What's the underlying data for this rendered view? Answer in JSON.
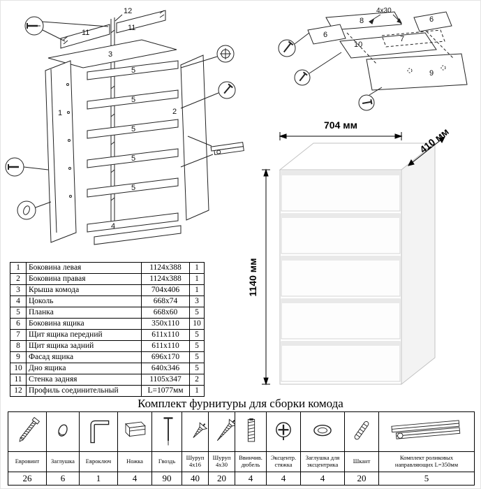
{
  "page": {
    "hardware_title": "Комплект фурнитуры для сборки комода"
  },
  "dimensions": {
    "width": "704 мм",
    "depth": "410 мм",
    "height": "1140 мм"
  },
  "left_diagram": {
    "labels": {
      "l1": "1",
      "l2": "2",
      "l3": "3",
      "l4": "4",
      "l11a": "11",
      "l11b": "11",
      "l12": "12",
      "l5a": "5",
      "l5b": "5",
      "l5c": "5",
      "l5d": "5",
      "l5e": "5"
    }
  },
  "drawer_diagram": {
    "bolt": "4х30",
    "labels": {
      "l6a": "6",
      "l6b": "6",
      "l7": "7",
      "l8": "8",
      "l9": "9",
      "l10": "10"
    }
  },
  "parts_table": {
    "rows": [
      {
        "no": "1",
        "name": "Боковина левая",
        "size": "1124x388",
        "qty": "1"
      },
      {
        "no": "2",
        "name": "Боковина правая",
        "size": "1124x388",
        "qty": "1"
      },
      {
        "no": "3",
        "name": "Крыша комода",
        "size": "704x406",
        "qty": "1"
      },
      {
        "no": "4",
        "name": "Цоколь",
        "size": "668x74",
        "qty": "3"
      },
      {
        "no": "5",
        "name": "Планка",
        "size": "668x60",
        "qty": "5"
      },
      {
        "no": "6",
        "name": "Боковина ящика",
        "size": "350x110",
        "qty": "10"
      },
      {
        "no": "7",
        "name": "Щит ящика передний",
        "size": "611x110",
        "qty": "5"
      },
      {
        "no": "8",
        "name": "Щит ящика задний",
        "size": "611x110",
        "qty": "5"
      },
      {
        "no": "9",
        "name": "Фасад ящика",
        "size": "696x170",
        "qty": "5"
      },
      {
        "no": "10",
        "name": "Дно ящика",
        "size": "640x346",
        "qty": "5"
      },
      {
        "no": "11",
        "name": "Стенка задняя",
        "size": "1105x347",
        "qty": "2"
      },
      {
        "no": "12",
        "name": "Профиль соединительный",
        "size": "L=1077мм",
        "qty": "1"
      }
    ]
  },
  "hardware_table": {
    "items": [
      {
        "name": "Евровинт",
        "qty": "26",
        "icon": "euroscrew-icon"
      },
      {
        "name": "Заглушка",
        "qty": "6",
        "icon": "cap-icon"
      },
      {
        "name": "Евроключ",
        "qty": "1",
        "icon": "hexkey-icon"
      },
      {
        "name": "Ножка",
        "qty": "4",
        "icon": "leg-icon"
      },
      {
        "name": "Гвоздь",
        "qty": "90",
        "icon": "nail-icon"
      },
      {
        "name": "Шуруп\n4х16",
        "qty": "40",
        "icon": "screw-4x16-icon"
      },
      {
        "name": "Шуруп\n4х30",
        "qty": "20",
        "icon": "screw-4x30-icon"
      },
      {
        "name": "Ввинчив.\nдюбель",
        "qty": "4",
        "icon": "threaded-dowel-icon"
      },
      {
        "name": "Эксцентр.\nстяжка",
        "qty": "4",
        "icon": "cam-lock-icon"
      },
      {
        "name": "Заглушка для\nэксцентрика",
        "qty": "4",
        "icon": "cam-cap-icon"
      },
      {
        "name": "Шкант",
        "qty": "20",
        "icon": "dowel-icon"
      },
      {
        "name": "Комплект роликовых\nнаправляющих L=350мм",
        "qty": "5",
        "icon": "roller-guides-icon"
      }
    ]
  }
}
